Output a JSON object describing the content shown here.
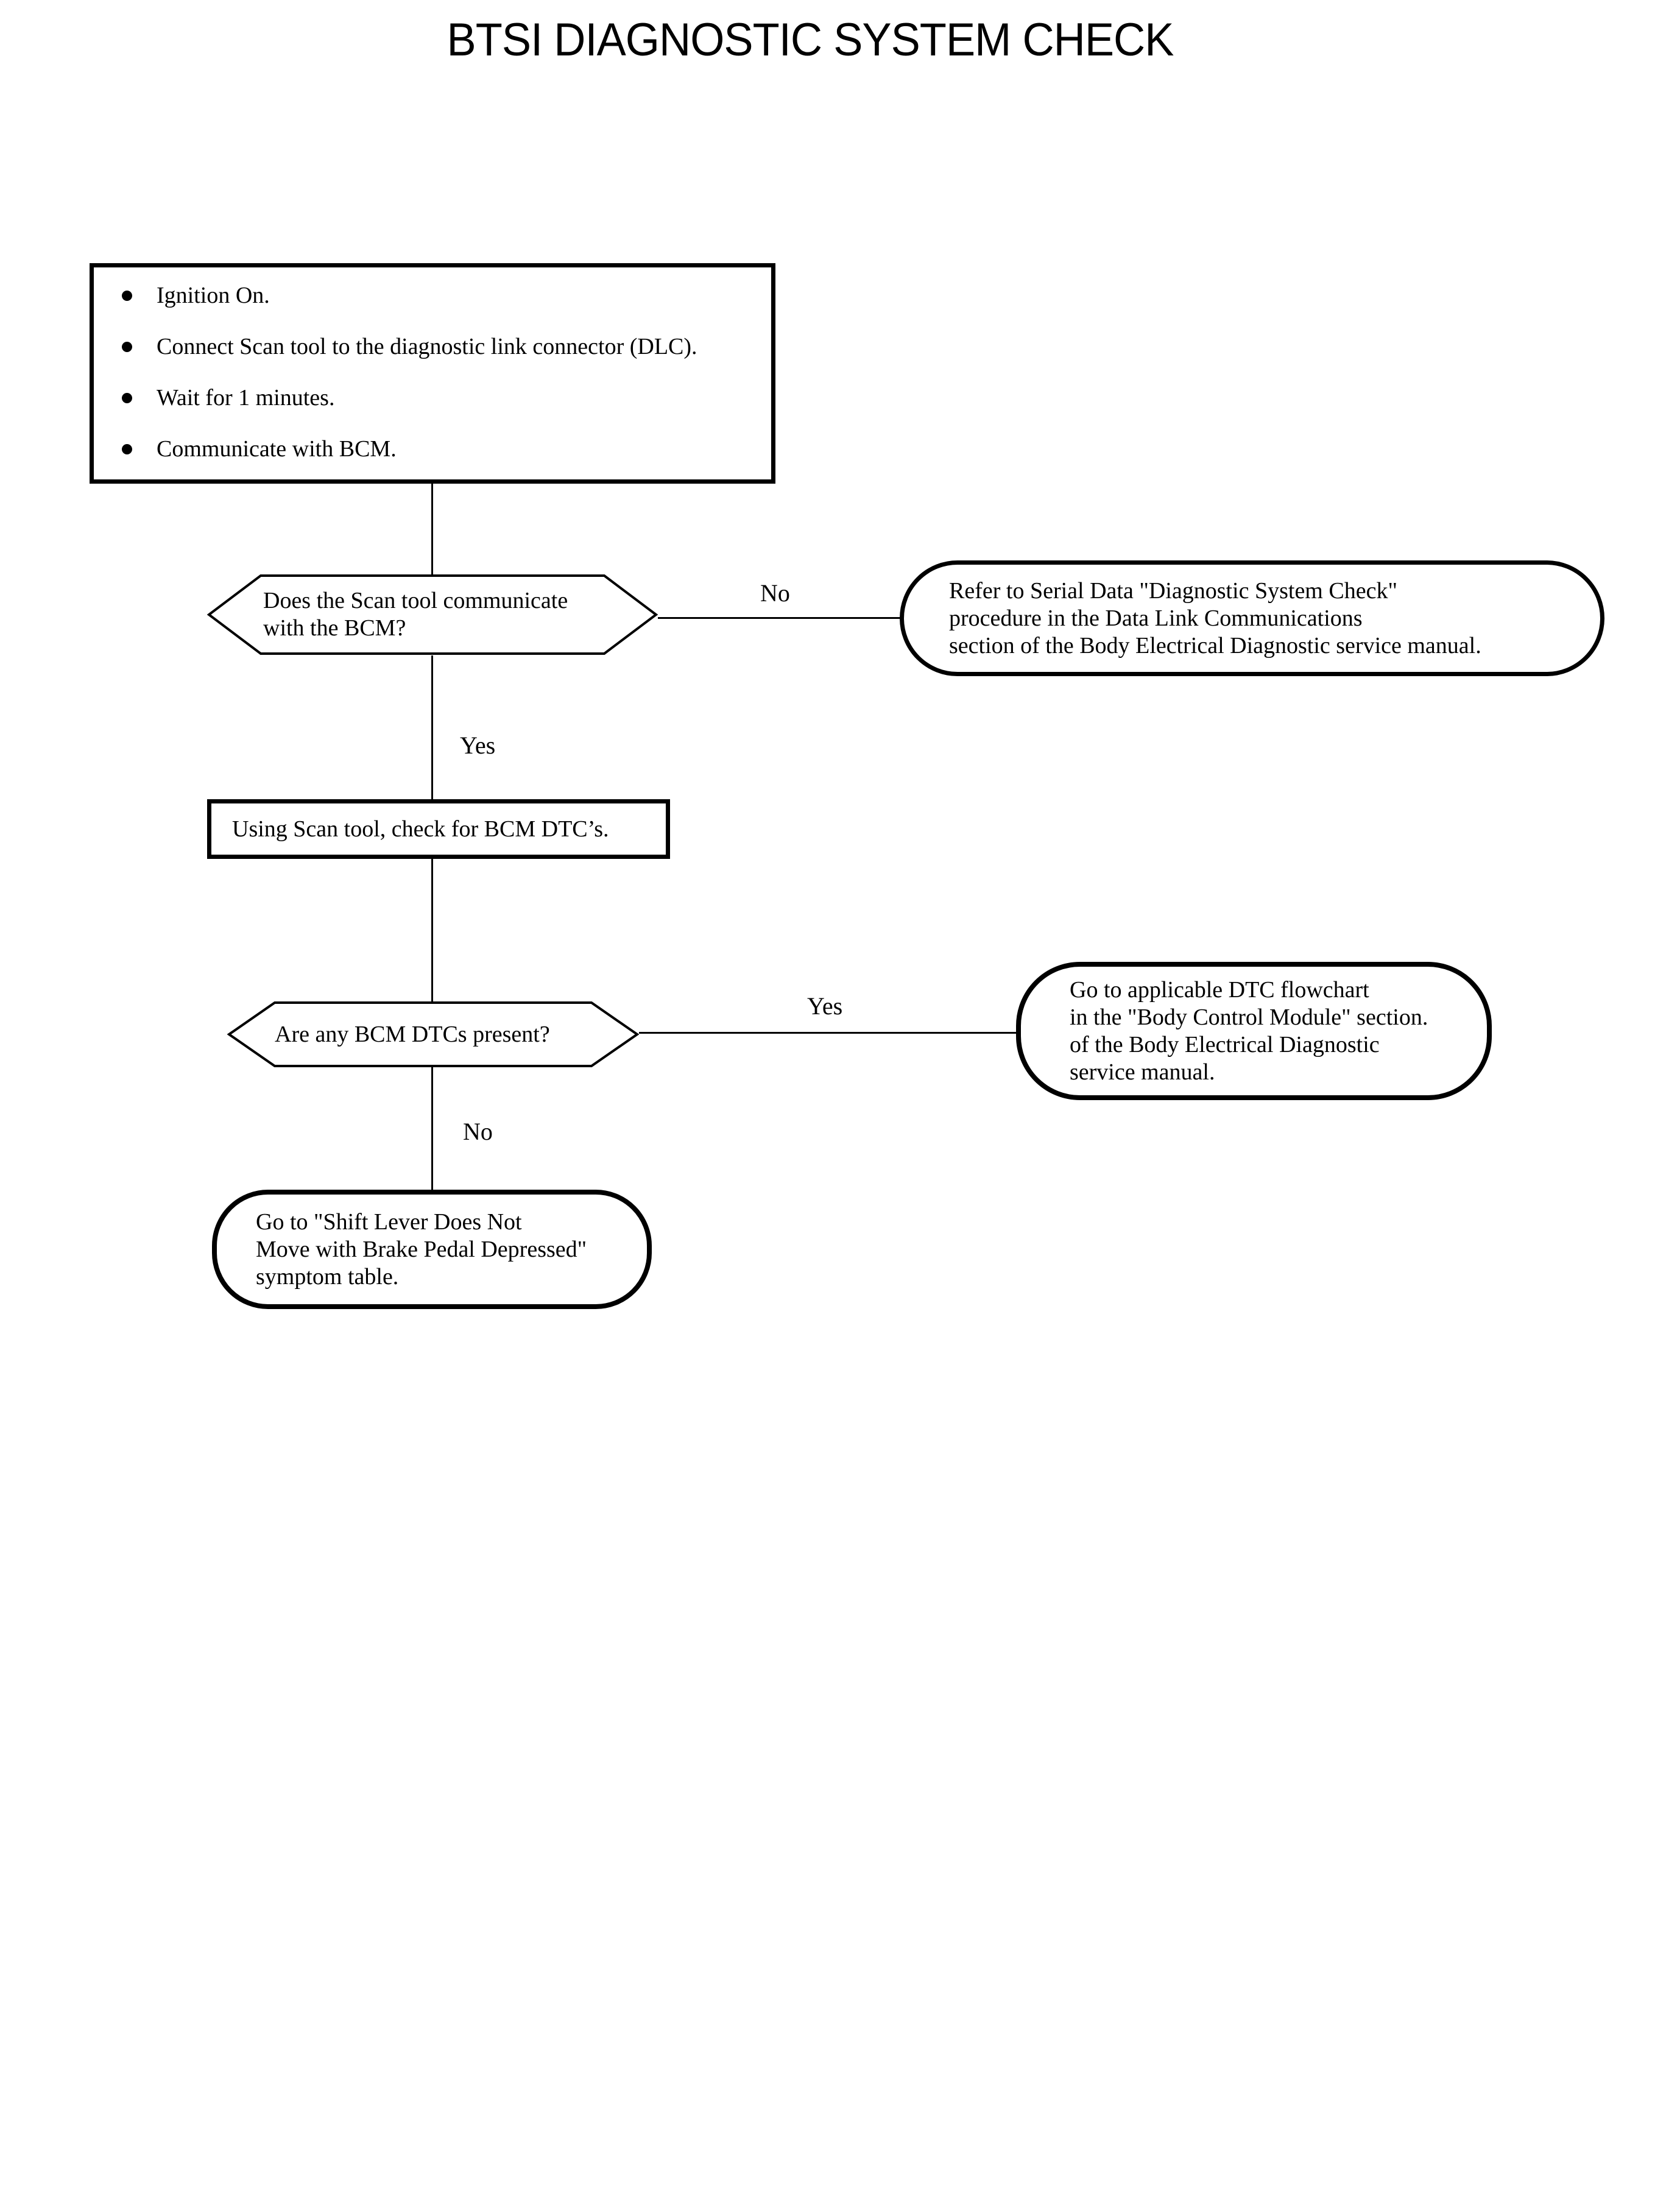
{
  "title": "BTSI DIAGNOSTIC SYSTEM CHECK",
  "start_box": {
    "items": [
      "Ignition On.",
      "Connect Scan tool to the diagnostic link connector (DLC).",
      "Wait for 1 minutes.",
      "Communicate with BCM."
    ]
  },
  "decision1": {
    "text": "Does the Scan tool communicate\nwith the BCM?"
  },
  "terminator1": {
    "text": "Refer to Serial Data \"Diagnostic System Check\"\nprocedure in the Data Link Communications\nsection of the Body Electrical Diagnostic service manual."
  },
  "process1": {
    "text": "Using Scan tool, check for BCM DTC’s."
  },
  "decision2": {
    "text": "Are any BCM DTCs present?"
  },
  "terminator2": {
    "text": "Go to applicable DTC flowchart\nin the \"Body Control Module\" section.\nof the Body Electrical Diagnostic\nservice manual."
  },
  "terminator3": {
    "text": "Go to \"Shift Lever Does Not\nMove with Brake Pedal Depressed\"\nsymptom table."
  },
  "edge_labels": {
    "no1": "No",
    "yes1": "Yes",
    "yes2": "Yes",
    "no2": "No"
  },
  "colors": {
    "ink": "#000000",
    "background": "#ffffff"
  }
}
